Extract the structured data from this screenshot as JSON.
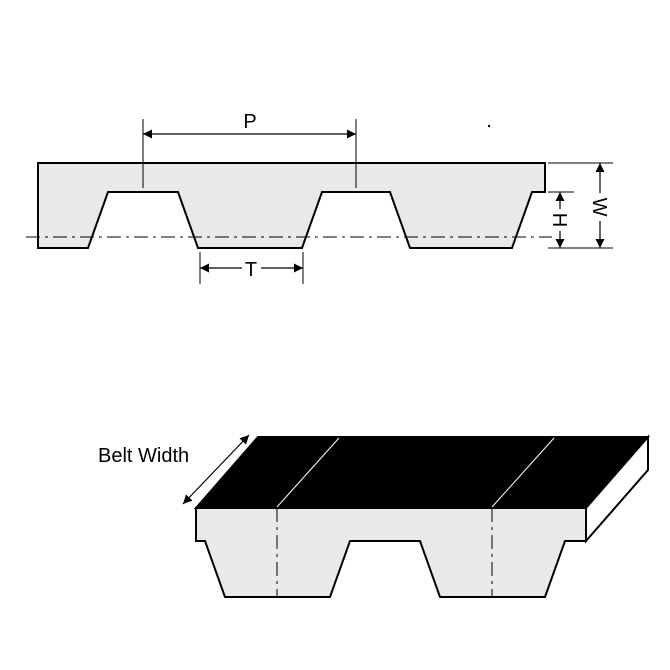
{
  "diagram": {
    "labels": {
      "pitch": "P",
      "tooth_width": "T",
      "tooth_height": "H",
      "belt_thickness": "W",
      "belt_width": "Belt Width"
    },
    "colors": {
      "belt_fill": "#e9e9e9",
      "belt_top_face": "#000000",
      "belt_end_face": "#ffffff",
      "outline": "#000000",
      "background": "#ffffff"
    }
  }
}
